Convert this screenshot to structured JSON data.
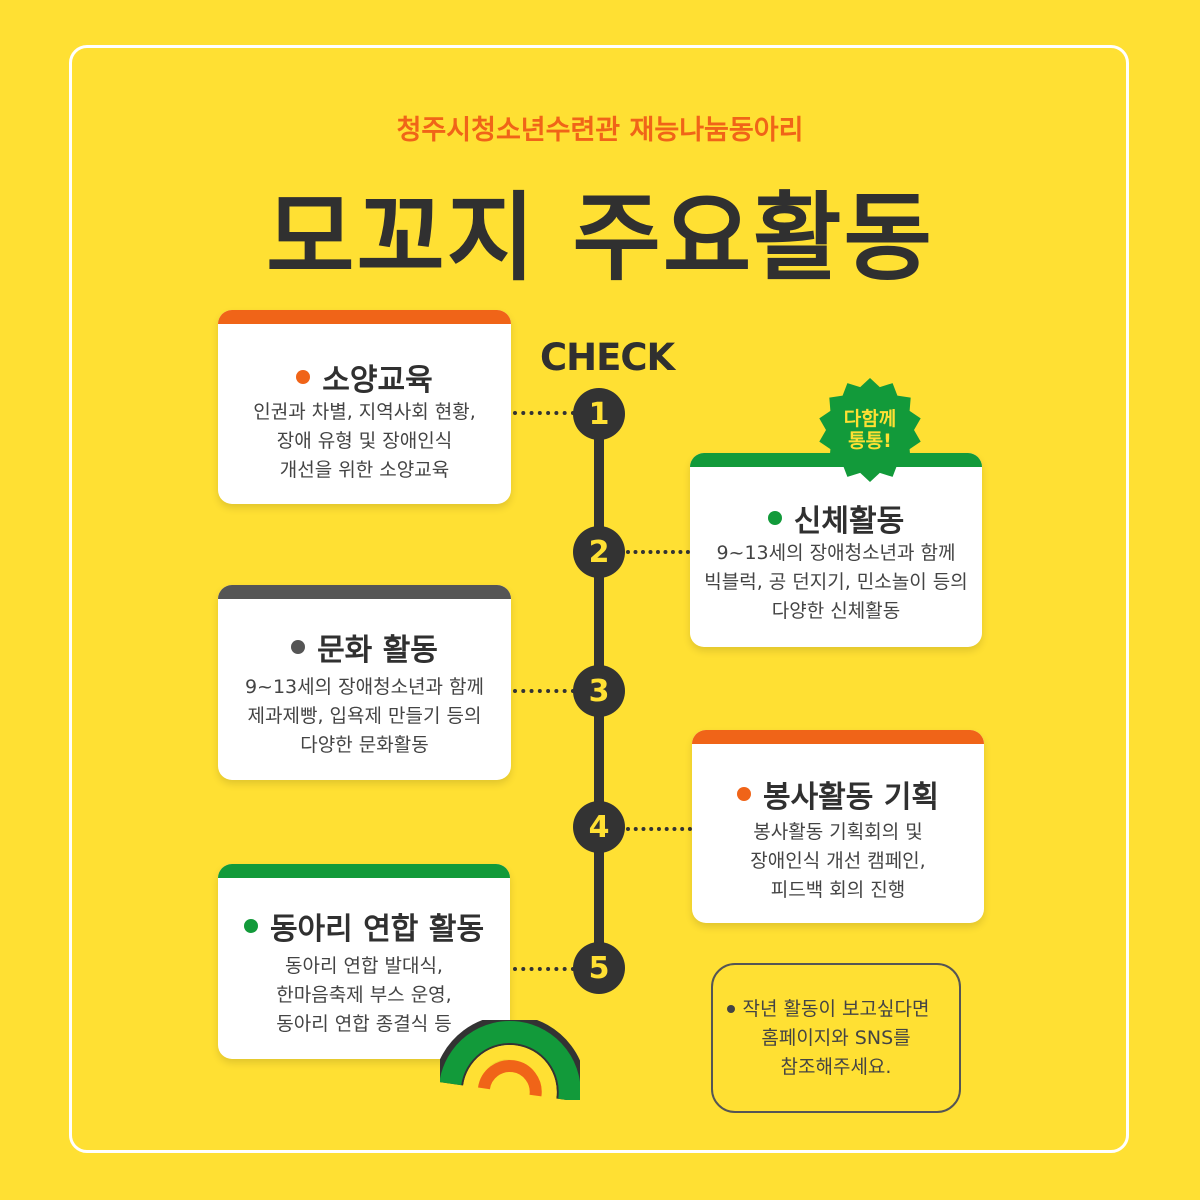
{
  "header": {
    "subtitle": "청주시청소년수련관 재능나눔동아리",
    "title": "모꼬지 주요활동"
  },
  "timeline": {
    "label": "CHECK",
    "steps": [
      "1",
      "2",
      "3",
      "4",
      "5"
    ]
  },
  "badge": {
    "line1": "다함께",
    "line2": "통통!"
  },
  "cards": [
    {
      "title": "소양교육",
      "lines": [
        "인권과 차별, 지역사회 현황,",
        "장애 유형 및 장애인식",
        "개선을 위한 소양교육"
      ],
      "color": "#f06418"
    },
    {
      "title": "신체활동",
      "lines": [
        "9~13세의 장애청소년과 함께",
        "빅블럭, 공 던지기, 민소놀이 등의",
        "다양한 신체활동"
      ],
      "color": "#129a3a"
    },
    {
      "title": "문화 활동",
      "lines": [
        "9~13세의 장애청소년과 함께",
        "제과제빵, 입욕제 만들기 등의",
        "다양한 문화활동"
      ],
      "color": "#555555"
    },
    {
      "title": "봉사활동 기획",
      "lines": [
        "봉사활동 기획회의 및",
        "장애인식 개선 캠페인,",
        "피드백 회의 진행"
      ],
      "color": "#f06418"
    },
    {
      "title": "동아리 연합 활동",
      "lines": [
        "동아리 연합 발대식,",
        "한마음축제 부스 운영,",
        "동아리 연합 종결식 등"
      ],
      "color": "#129a3a"
    }
  ],
  "note": {
    "lines": [
      "작년 활동이 보고싶다면",
      "홈페이지와 SNS를",
      "참조해주세요."
    ]
  },
  "colors": {
    "background": "#ffe033",
    "accent_orange": "#f06418",
    "accent_green": "#129a3a",
    "dark": "#303030"
  }
}
